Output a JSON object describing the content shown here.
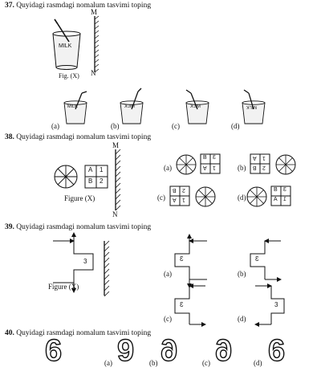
{
  "q37": {
    "number": "37.",
    "title": "Quyidagi rasmdagi nomalum tasvimi toping",
    "mirror_top": "M",
    "mirror_bottom": "N",
    "cup_text": "MILK",
    "fig_label": "Fig. (X)",
    "options": [
      {
        "letter": "(a)",
        "cup_text": "MILK"
      },
      {
        "letter": "(b)",
        "cup_text": "MILK"
      },
      {
        "letter": "(c)",
        "cup_text": "MILK"
      },
      {
        "letter": "(d)",
        "cup_text": "MILK"
      }
    ]
  },
  "q38": {
    "number": "38.",
    "title": "Quyidagi rasmdagi nomalum tasvimi toping",
    "mirror_top": "M",
    "mirror_bottom": "N",
    "fig_label": "Figure (X)",
    "cells": [
      "A",
      "1",
      "B",
      "2"
    ],
    "options": [
      {
        "letter": "(a)",
        "cells": [
          "B",
          "3",
          "A",
          "1"
        ]
      },
      {
        "letter": "(b)",
        "cells": [
          "A",
          "1",
          "B",
          "2"
        ]
      },
      {
        "letter": "(c)",
        "cells": [
          "B",
          "2",
          "A",
          "1"
        ]
      },
      {
        "letter": "(d)",
        "cells": [
          "B",
          "3",
          "A",
          "1"
        ]
      }
    ]
  },
  "q39": {
    "number": "39.",
    "title": "Quyidagi rasmdagi nomalum tasvimi toping",
    "fig_label": "Figure (X)",
    "box_text": "3",
    "options": [
      {
        "letter": "(a)",
        "box_text": "3"
      },
      {
        "letter": "(b)",
        "box_text": "3"
      },
      {
        "letter": "(c)",
        "box_text": "3"
      },
      {
        "letter": "(d)",
        "box_text": "3"
      }
    ]
  },
  "q40": {
    "number": "40.",
    "title": "Quyidagi rasmdagi nomalum tasvimi toping",
    "glyph": "6",
    "options": [
      {
        "letter": "(a)",
        "glyph": "9"
      },
      {
        "letter": "(b)",
        "glyph": "6"
      },
      {
        "letter": "(c)",
        "glyph": "6"
      },
      {
        "letter": "(d)",
        "glyph": "6"
      }
    ]
  }
}
